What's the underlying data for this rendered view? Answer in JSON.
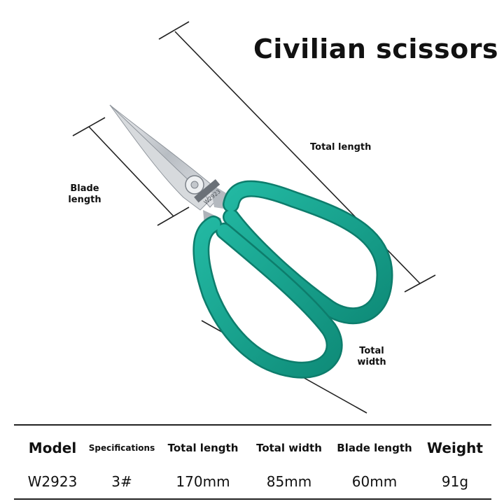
{
  "title": "Civilian scissors",
  "labels": {
    "total_length": "Total length",
    "blade_length_line1": "Blade",
    "blade_length_line2": "length",
    "total_width_line1": "Total",
    "total_width_line2": "width"
  },
  "stamp": {
    "brand": "???",
    "model": "W2923"
  },
  "colors": {
    "handle": "#17a38f",
    "handle_dark": "#0d7d6c",
    "blade": "#c9cdd2"
  },
  "table": {
    "headers": [
      "Model",
      "Specifications",
      "Total length",
      "Total width",
      "Blade length",
      "Weight"
    ],
    "values": [
      "W2923",
      "3#",
      "170mm",
      "85mm",
      "60mm",
      "91g"
    ]
  }
}
